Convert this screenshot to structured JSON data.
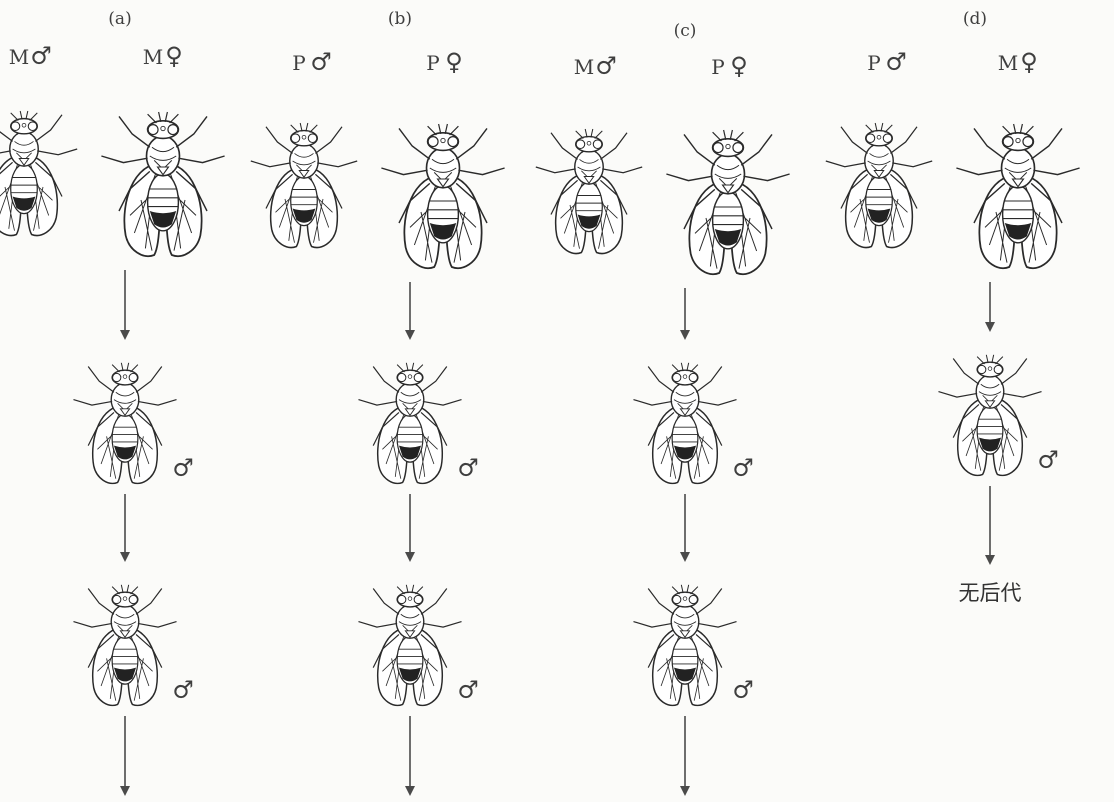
{
  "panels": [
    {
      "label": "(a)",
      "father": {
        "strain": "M",
        "sex": "♂"
      },
      "mother": {
        "strain": "M",
        "sex": "♀"
      },
      "offspring": [
        {
          "sex": "♂"
        },
        {
          "sex": "♂"
        }
      ],
      "continues": true,
      "terminal_text": ""
    },
    {
      "label": "(b)",
      "father": {
        "strain": "P",
        "sex": "♂"
      },
      "mother": {
        "strain": "P",
        "sex": "♀"
      },
      "offspring": [
        {
          "sex": "♂"
        },
        {
          "sex": "♂"
        }
      ],
      "continues": true,
      "terminal_text": ""
    },
    {
      "label": "(c)",
      "father": {
        "strain": "M",
        "sex": "♂"
      },
      "mother": {
        "strain": "P",
        "sex": "♀"
      },
      "offspring": [
        {
          "sex": "♂"
        },
        {
          "sex": "♂"
        }
      ],
      "continues": true,
      "terminal_text": ""
    },
    {
      "label": "(d)",
      "father": {
        "strain": "P",
        "sex": "♂"
      },
      "mother": {
        "strain": "M",
        "sex": "♀"
      },
      "offspring": [
        {
          "sex": "♂"
        }
      ],
      "continues": false,
      "terminal_text": "无后代"
    }
  ]
}
